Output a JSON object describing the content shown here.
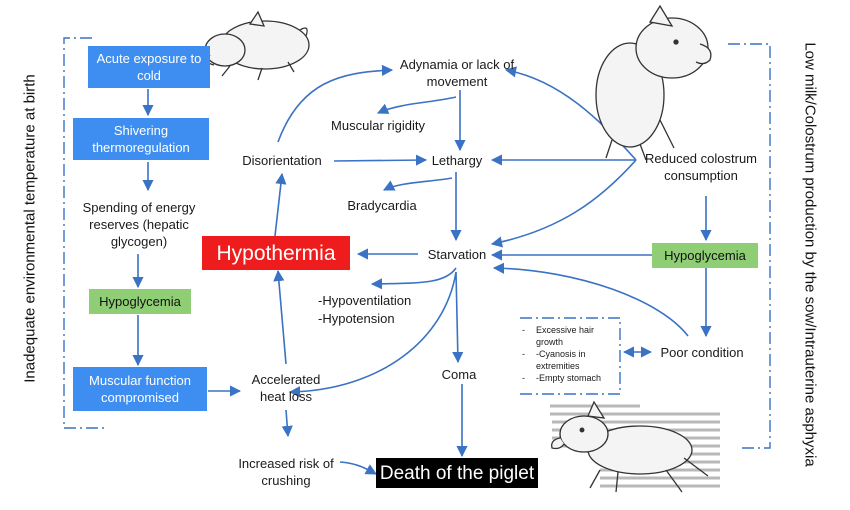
{
  "colors": {
    "arrow": "#3a72c4",
    "blue_box": "#3d8ef0",
    "green_box": "#8fce74",
    "red_box": "#ee1c1c",
    "black_box": "#000000"
  },
  "side_labels": {
    "left": "Inadequate environmental temperature at birth",
    "right": "Low milk/Colostrum production by the sow/Intrauterine asphyxia"
  },
  "nodes": {
    "acute_cold": "Acute exposure to cold",
    "shivering": "Shivering thermoregulation",
    "spending_energy": "Spending of energy reserves (hepatic glycogen)",
    "hypoglycemia_left": "Hypoglycemia",
    "muscular_function": "Muscular function compromised",
    "accelerated_heat_loss": "Accelerated heat loss",
    "hypothermia": "Hypothermia",
    "disorientation": "Disorientation",
    "adynamia": "Adynamia or lack of movement",
    "muscular_rigidity": "Muscular rigidity",
    "lethargy": "Lethargy",
    "bradycardia": "Bradycardia",
    "starvation": "Starvation",
    "hypoventilation": "-Hypoventilation",
    "hypotension": "-Hypotension",
    "coma": "Coma",
    "increased_crushing": "Increased risk of crushing",
    "death": "Death of the piglet",
    "reduced_colostrum": "Reduced colostrum consumption",
    "hypoglycemia_right": "Hypoglycemia",
    "poor_condition": "Poor condition",
    "signs": [
      "Excessive hair growth",
      "-Cyanosis in extremities",
      "-Empty stomach"
    ]
  },
  "icons": [
    "sleeping-piglet-icon",
    "sitting-piglet-icon",
    "running-piglet-icon"
  ]
}
